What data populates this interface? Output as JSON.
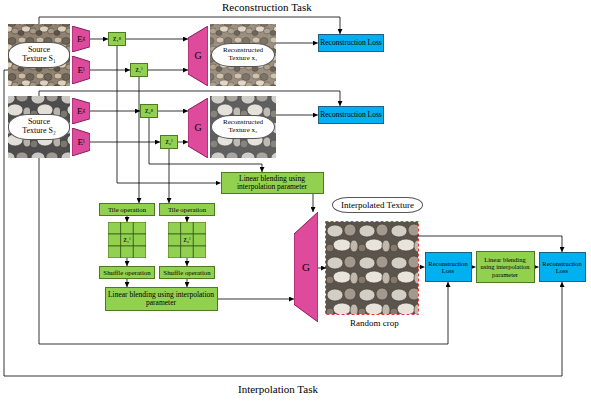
{
  "diagram": {
    "nodes": [
      {
        "text": [
          "Source Texture S₁"
        ]
      },
      {
        "text": [
          "Eᵍ"
        ]
      },
      {
        "text": [
          "Eˡ"
        ]
      },
      {
        "text": [
          "z₁ᵍ"
        ]
      },
      {
        "text": [
          "z₁ˡ"
        ]
      },
      {
        "text": [
          "G"
        ]
      },
      {
        "text": [
          "Reconstructed Texture x₁"
        ]
      },
      {
        "text": [
          "Reconstruction Loss"
        ]
      },
      {
        "text": [
          "Source Texture S₂"
        ]
      },
      {
        "text": [
          "Eᵍ"
        ]
      },
      {
        "text": [
          "Eˡ"
        ]
      },
      {
        "text": [
          "z₂ᵍ"
        ]
      },
      {
        "text": [
          "z₂ˡ"
        ]
      },
      {
        "text": [
          "G"
        ]
      },
      {
        "text": [
          "Reconstructed Texture x₂"
        ]
      },
      {
        "text": [
          "Reconstruction Loss"
        ]
      },
      {
        "text": [
          "Linear blending using interpolation parameter"
        ]
      },
      {
        "text": [
          "Tile operation"
        ]
      },
      {
        "text": [
          "Tile operation"
        ]
      },
      {
        "text": [
          "z₁ˡ"
        ]
      },
      {
        "text": [
          "z₂ˡ"
        ]
      },
      {
        "text": [
          "Shuffle operation"
        ]
      },
      {
        "text": [
          "Shuffle operation"
        ]
      },
      {
        "text": [
          "Linear blending using interpolation parameter"
        ]
      },
      {
        "text": [
          "G"
        ]
      },
      {
        "text": [
          "Interpolated Texture"
        ]
      },
      {
        "text": [
          "Reconstruction Loss"
        ]
      },
      {
        "text": [
          "Linear blending using interpolation parameter"
        ]
      },
      {
        "text": [
          "Reconstruction Loss"
        ]
      }
    ],
    "edges": [
      {
        "from": 1,
        "to": 3,
        "arrow": "to"
      },
      {
        "from": 2,
        "to": 4,
        "arrow": "to"
      },
      {
        "from": 3,
        "to": 5,
        "arrow": "to"
      },
      {
        "from": 4,
        "to": 5,
        "arrow": "to"
      },
      {
        "from": 3,
        "to": 16,
        "arrow": "to"
      },
      {
        "from": 4,
        "to": 17,
        "arrow": "to"
      },
      {
        "from": 6,
        "to": 7,
        "arrow": "to"
      },
      {
        "from": 0,
        "to": 7,
        "arrow": "to"
      },
      {
        "from": 9,
        "to": 11,
        "arrow": "to"
      },
      {
        "from": 10,
        "to": 12,
        "arrow": "to"
      },
      {
        "from": 11,
        "to": 13,
        "arrow": "to"
      },
      {
        "from": 12,
        "to": 13,
        "arrow": "to"
      },
      {
        "from": 11,
        "to": 16,
        "arrow": "to"
      },
      {
        "from": 12,
        "to": 18,
        "arrow": "to"
      },
      {
        "from": 14,
        "to": 15,
        "arrow": "to"
      },
      {
        "from": 8,
        "to": 15,
        "arrow": "to"
      },
      {
        "from": 17,
        "to": 19,
        "arrow": "to"
      },
      {
        "from": 18,
        "to": 20,
        "arrow": "to"
      },
      {
        "from": 19,
        "to": 21,
        "arrow": "to"
      },
      {
        "from": 20,
        "to": 22,
        "arrow": "to"
      },
      {
        "from": 21,
        "to": 23,
        "arrow": "to"
      },
      {
        "from": 22,
        "to": 23,
        "arrow": "to"
      },
      {
        "from": 16,
        "to": 24,
        "arrow": "to"
      },
      {
        "from": 23,
        "to": 24,
        "arrow": "to"
      },
      {
        "from": 24,
        "to": 25,
        "arrow": "to"
      },
      {
        "from": 25,
        "to": 26,
        "arrow": "to"
      },
      {
        "from": 26,
        "to": 27,
        "arrow": "to"
      },
      {
        "from": 27,
        "to": 28,
        "arrow": "to"
      },
      {
        "from": 25,
        "to": 28,
        "arrow": "to"
      },
      {
        "from": 8,
        "to": 26,
        "arrow": "to"
      },
      {
        "from": 0,
        "to": 28,
        "arrow": "to"
      }
    ],
    "labels": [
      "Reconstruction Task",
      "Random crop",
      "Interpolation Task"
    ]
  }
}
